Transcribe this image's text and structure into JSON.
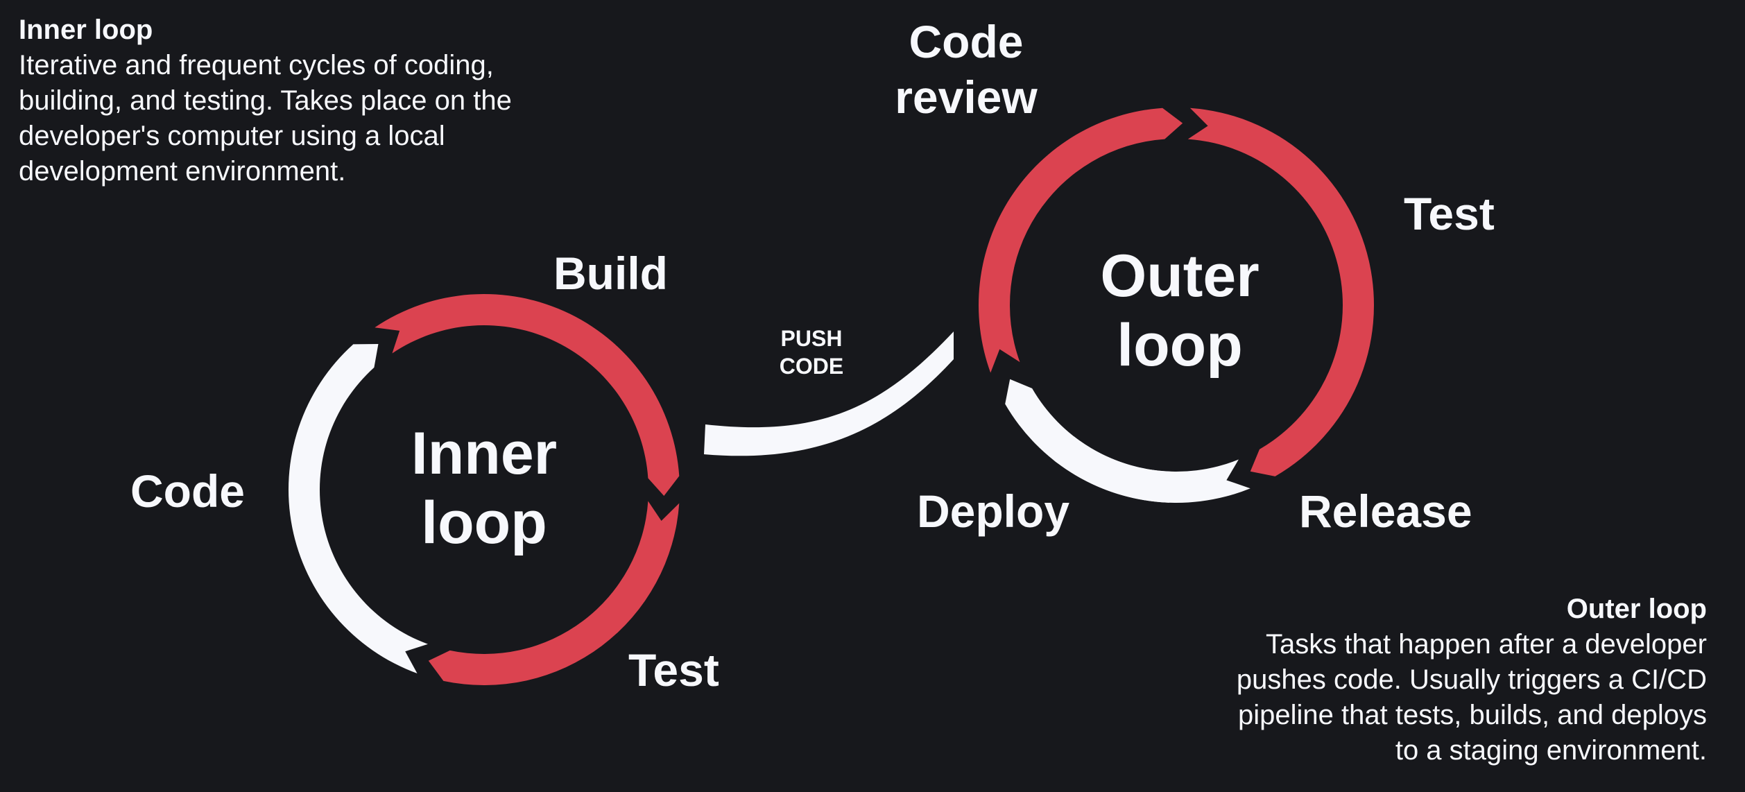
{
  "colors": {
    "background": "#17181c",
    "accent_red": "#db4350",
    "white": "#f7f8fc"
  },
  "inner_description": {
    "title": "Inner loop",
    "lines": [
      "Iterative and frequent cycles of coding,",
      "building, and testing. Takes place on the",
      "developer's computer using a local",
      "development environment."
    ]
  },
  "outer_description": {
    "title": "Outer loop",
    "lines": [
      "Tasks that happen after a developer",
      "pushes code. Usually triggers a CI/CD",
      "pipeline that tests, builds, and deploys",
      "to a staging environment."
    ]
  },
  "inner_loop": {
    "center_label": [
      "Inner",
      "loop"
    ],
    "stages": [
      {
        "label": "Code",
        "color": "white"
      },
      {
        "label": "Build",
        "color": "red"
      },
      {
        "label": "Test",
        "color": "red"
      }
    ]
  },
  "connector": {
    "label": [
      "PUSH",
      "CODE"
    ]
  },
  "outer_loop": {
    "center_label": [
      "Outer",
      "loop"
    ],
    "stages": [
      {
        "label": "Code review",
        "lines": [
          "Code",
          "review"
        ],
        "color": "red"
      },
      {
        "label": "Test",
        "color": "red"
      },
      {
        "label": "Release",
        "color": "white"
      },
      {
        "label": "Deploy",
        "color": "white"
      }
    ]
  }
}
